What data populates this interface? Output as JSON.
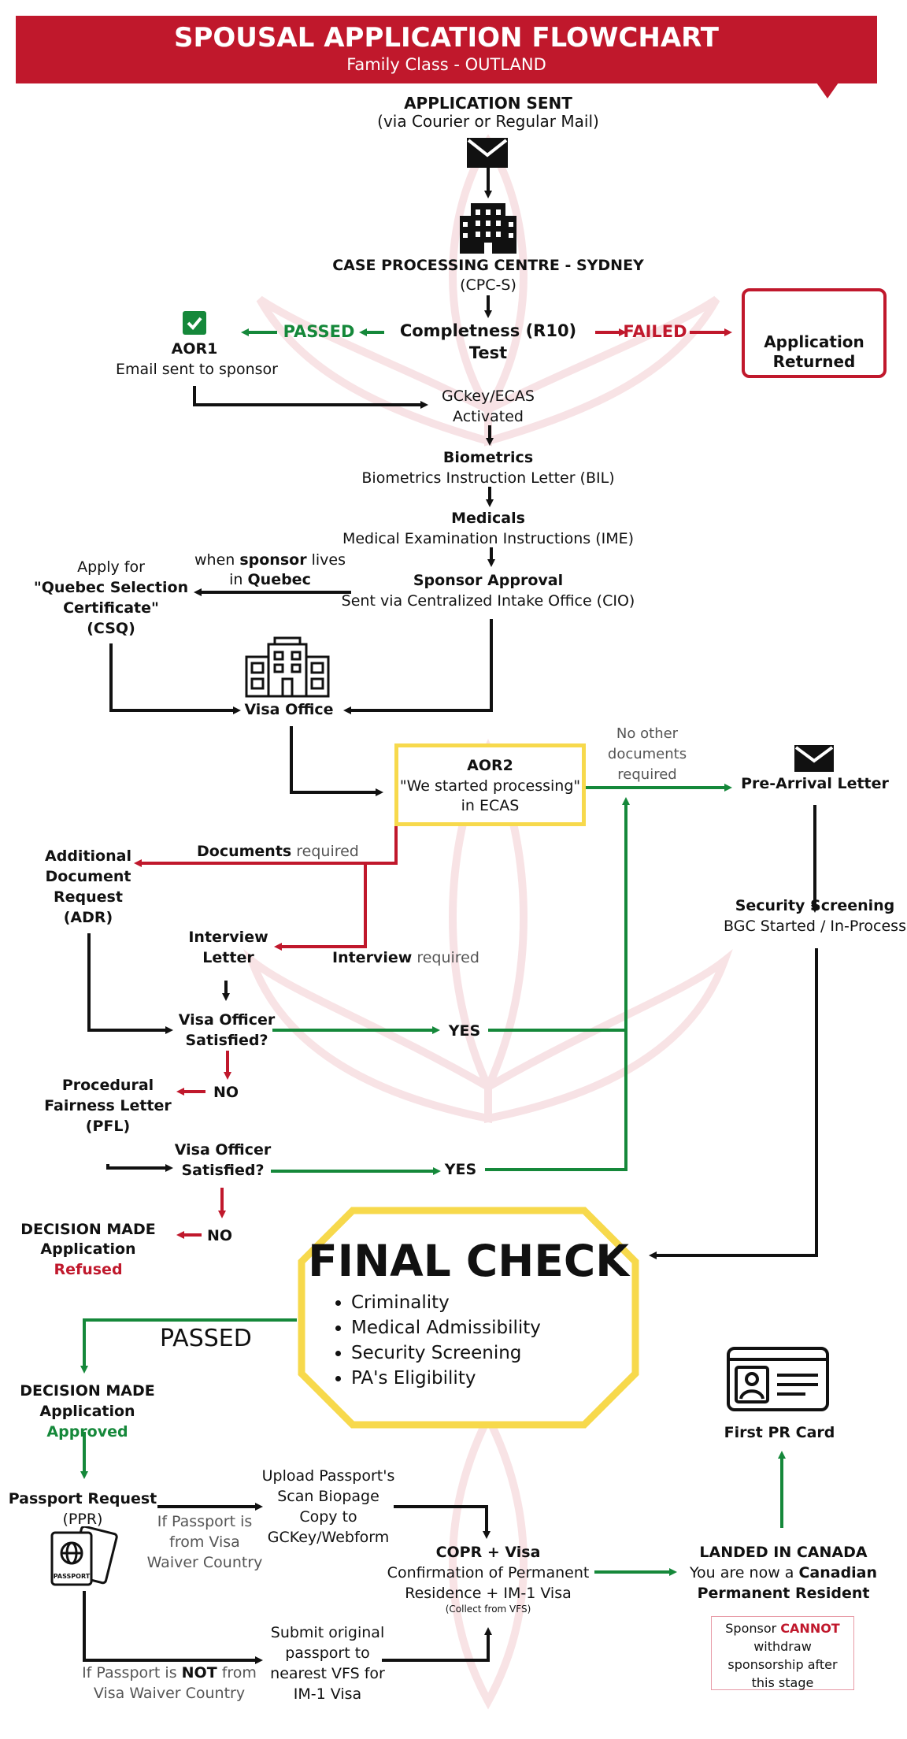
{
  "header": {
    "title": "SPOUSAL APPLICATION FLOWCHART",
    "subtitle": "Family Class - OUTLAND"
  },
  "colors": {
    "red": "#c0182c",
    "green": "#15883a",
    "yellow": "#f7d94c",
    "black": "#111111"
  },
  "icons": [
    "envelope-icon",
    "office-building-icon",
    "checkmark-icon",
    "x-mark-icon",
    "visa-office-building-icon",
    "id-card-icon",
    "passport-icon"
  ],
  "nodes": {
    "app_sent": {
      "title": "APPLICATION SENT",
      "sub": "(via Courier or Regular Mail)"
    },
    "cpc": {
      "title": "CASE PROCESSING CENTRE - SYDNEY",
      "sub": "(CPC-S)"
    },
    "completeness": {
      "title": "Completness (R10) Test"
    },
    "passed": "PASSED",
    "failed": "FAILED",
    "aor1": {
      "title": "AOR1",
      "sub": "Email sent to sponsor"
    },
    "returned": {
      "line1": "Application",
      "line2": "Returned"
    },
    "gckey": {
      "line1": "GCkey/ECAS",
      "line2": "Activated"
    },
    "biometrics": {
      "title": "Biometrics",
      "sub": "Biometrics Instruction Letter (BIL)"
    },
    "medicals": {
      "title": "Medicals",
      "sub": "Medical Examination Instructions (IME)"
    },
    "sponsor_approval": {
      "title": "Sponsor Approval",
      "sub": "Sent via Centralized Intake Office (CIO)"
    },
    "quebec_cond": {
      "pre": "when ",
      "bold1": "sponsor",
      "mid": " lives",
      "pre2": "in ",
      "bold2": "Quebec"
    },
    "csq": {
      "line1": "Apply for",
      "line2": "\"Quebec Selection",
      "line3": "Certificate\"",
      "line4": "(CSQ)"
    },
    "visa_office": "Visa Office",
    "aor2": {
      "title": "AOR2",
      "line1": "\"We started processing\"",
      "line2": "in ECAS"
    },
    "no_other_docs": {
      "line1": "No other",
      "line2": "documents",
      "line3": "required"
    },
    "pre_arrival": "Pre-Arrival Letter",
    "security": {
      "title": "Security Screening",
      "sub": "BGC Started / In-Process"
    },
    "docs_required": {
      "bold": "Documents",
      "rest": " required"
    },
    "adr": {
      "line1": "Additional",
      "line2": "Document",
      "line3": "Request",
      "line4": "(ADR)"
    },
    "interview_letter": {
      "line1": "Interview",
      "line2": "Letter"
    },
    "interview_required": {
      "bold": "Interview",
      "rest": " required"
    },
    "vos1": {
      "line1": "Visa Officer",
      "line2": "Satisfied?"
    },
    "yes1": "YES",
    "no1": "NO",
    "pfl": {
      "line1": "Procedural",
      "line2": "Fairness Letter",
      "line3": "(PFL)"
    },
    "vos2": {
      "line1": "Visa Officer",
      "line2": "Satisfied?"
    },
    "yes2": "YES",
    "no2": "NO",
    "refused": {
      "line1": "DECISION MADE",
      "pre": "Application ",
      "word": "Refused"
    },
    "final_check": {
      "title": "FINAL CHECK",
      "items": [
        "Criminality",
        "Medical Admissibility",
        "Security Screening",
        "PA's Eligibility"
      ]
    },
    "passed_big": "PASSED",
    "approved": {
      "line1": "DECISION MADE",
      "pre": "Application ",
      "word": "Approved"
    },
    "first_pr": "First PR Card",
    "ppr": {
      "title": "Passport Request",
      "sub": "(PPR)"
    },
    "passport_label": "PASSPORT",
    "visa_waiver": {
      "line1": "If Passport is",
      "line2": "from Visa",
      "line3": "Waiver Country"
    },
    "not_waiver": {
      "pre": "If Passport is ",
      "bold": "NOT",
      "post": " from",
      "line2": "Visa Waiver Country"
    },
    "upload": {
      "line1": "Upload Passport's",
      "line2": "Scan Biopage",
      "line3": "Copy to",
      "line4": "GCKey/Webform"
    },
    "submit": {
      "line1": "Submit original",
      "line2": "passport to",
      "line3": "nearest VFS for",
      "line4": "IM-1 Visa"
    },
    "copr": {
      "title": "COPR + Visa",
      "line1": "Confirmation of Permanent",
      "line2": "Residence + IM-1 Visa",
      "note": "(Collect from VFS)"
    },
    "landed": {
      "title": "LANDED IN CANADA",
      "pre": "You are now a ",
      "bold1": "Canadian",
      "bold2": "Permanent Resident"
    },
    "sponsor_note": {
      "pre": "Sponsor ",
      "bold": "CANNOT",
      "line2": "withdraw",
      "line3": "sponsorship after",
      "line4": "this stage"
    }
  }
}
